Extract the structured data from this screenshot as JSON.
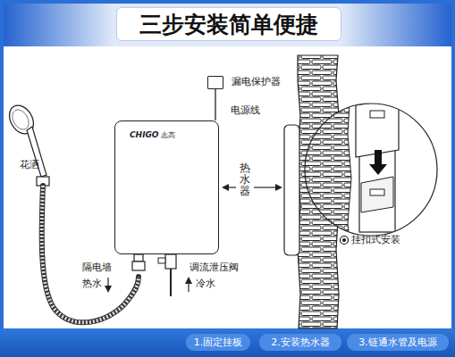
{
  "diagram": {
    "title": "三步安装简单便捷",
    "nodes": [
      {
        "text": [
          "漏电保护器"
        ]
      },
      {
        "text": [
          "CHIGO",
          "志高"
        ]
      }
    ],
    "edges": [
      {
        "from": 0,
        "to": 1,
        "arrow": "none",
        "label": "电源线"
      }
    ],
    "labels": [
      "花洒",
      "热水器",
      "隔电墙",
      "热水",
      "冷水",
      "调流泄压阀",
      "挂扣式安装",
      "1.固定挂板",
      "2.安装热水器",
      "3.链通水管及电源"
    ]
  }
}
